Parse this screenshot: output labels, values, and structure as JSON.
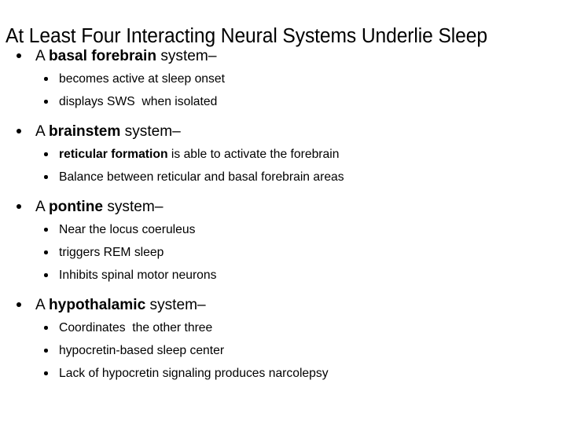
{
  "slide": {
    "title": "At Least Four Interacting Neural Systems Underlie Sleep",
    "bullet_glyph": "•",
    "text_color": "#000000",
    "background_color": "#ffffff",
    "groups": [
      {
        "heading": {
          "prefix": "A ",
          "emphasis": "basal forebrain",
          "suffix": " system–",
          "full": "A basal forebrain system–"
        },
        "sub_items": [
          {
            "full": "becomes active at sleep onset",
            "prefix": "",
            "emphasis": "",
            "suffix": "becomes active at sleep onset"
          },
          {
            "full": "displays SWS  when isolated",
            "prefix": "",
            "emphasis": "",
            "suffix": "displays SWS  when isolated"
          }
        ]
      },
      {
        "heading": {
          "prefix": "A ",
          "emphasis": "brainstem",
          "suffix": " system–",
          "full": "A brainstem system–"
        },
        "sub_items": [
          {
            "full": "reticular formation is able to activate the forebrain",
            "prefix": "",
            "emphasis": "reticular formation",
            "suffix": " is able to activate the forebrain"
          },
          {
            "full": "Balance between reticular and basal forebrain areas",
            "prefix": "",
            "emphasis": "",
            "suffix": "Balance between reticular and basal forebrain areas"
          }
        ]
      },
      {
        "heading": {
          "prefix": "A ",
          "emphasis": "pontine",
          "suffix": " system–",
          "full": "A pontine system–"
        },
        "sub_items": [
          {
            "full": "Near the locus coeruleus",
            "prefix": "",
            "emphasis": "",
            "suffix": "Near the locus coeruleus"
          },
          {
            "full": "triggers REM sleep",
            "prefix": "",
            "emphasis": "",
            "suffix": "triggers REM sleep"
          },
          {
            "full": "Inhibits spinal motor neurons",
            "prefix": "",
            "emphasis": "",
            "suffix": "Inhibits spinal motor neurons"
          }
        ]
      },
      {
        "heading": {
          "prefix": "A ",
          "emphasis": "hypothalamic",
          "suffix": " system–",
          "full": "A hypothalamic system–"
        },
        "sub_items": [
          {
            "full": "Coordinates  the other three",
            "prefix": "",
            "emphasis": "",
            "suffix": "Coordinates  the other three"
          },
          {
            "full": "hypocretin-based sleep center",
            "prefix": "",
            "emphasis": "",
            "suffix": "hypocretin-based sleep center"
          },
          {
            "full": "Lack of hypocretin signaling produces narcolepsy",
            "prefix": "",
            "emphasis": "",
            "suffix": "Lack of hypocretin signaling produces narcolepsy"
          }
        ]
      }
    ]
  }
}
